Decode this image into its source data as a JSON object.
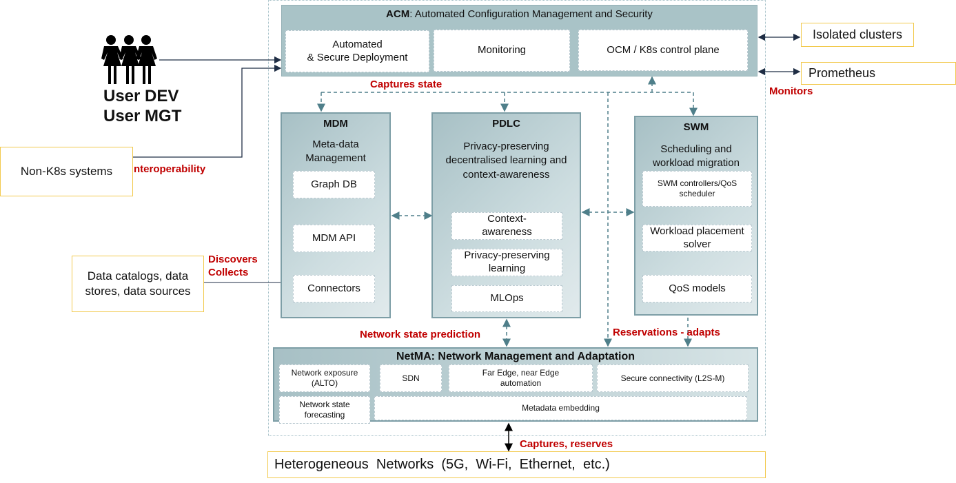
{
  "acm": {
    "title_bold": "ACM",
    "title_rest": ": Automated Configuration Management and Security",
    "components": [
      "Automated\n& Secure Deployment",
      "Monitoring",
      "OCM / K8s control plane"
    ]
  },
  "users": {
    "icon": "three-people-icon",
    "line1": "User DEV",
    "line2": "User MGT"
  },
  "external": {
    "non_k8s": "Non-K8s systems",
    "data_sources": "Data catalogs, data stores, data sources",
    "isolated_clusters": "Isolated clusters",
    "prometheus": "Prometheus",
    "networks": "Heterogeneous  Networks  (5G,  Wi-Fi,  Ethernet,  etc.)"
  },
  "labels": {
    "interoperability": "nteroperability",
    "captures_state": "Captures state",
    "monitors": "Monitors",
    "discovers": "Discovers",
    "collects": "Collects",
    "network_state_prediction": "Network state prediction",
    "reservations_adapts": "Reservations - adapts",
    "captures_reserves": "Captures, reserves"
  },
  "mdm": {
    "title": "MDM",
    "subtitle": "Meta-data Management",
    "components": [
      "Graph DB",
      "MDM API",
      "Connectors"
    ]
  },
  "pdlc": {
    "title": "PDLC",
    "subtitle": "Privacy-preserving decentralised learning and context-awareness",
    "components": [
      "Context-awareness",
      "Privacy-preserving learning",
      "MLOps"
    ]
  },
  "swm": {
    "title": "SWM",
    "subtitle": "Scheduling and workload migration",
    "components": [
      "SWM controllers/QoS scheduler",
      "Workload placement solver",
      "QoS models"
    ]
  },
  "netma": {
    "title": "NetMA: Network Management and Adaptation",
    "row1": [
      "Network exposure (ALTO)",
      "SDN",
      "Far Edge, near Edge automation",
      "Secure connectivity (L2S-M)"
    ],
    "row2": [
      "Network state forecasting",
      "Metadata embedding"
    ]
  },
  "colors": {
    "accent_red": "#c00000",
    "module_border": "#7d9ea6",
    "acm_fill": "#a9c3c7",
    "external_border": "#f2c94c",
    "dashed_arrow": "#4f7f8a"
  }
}
